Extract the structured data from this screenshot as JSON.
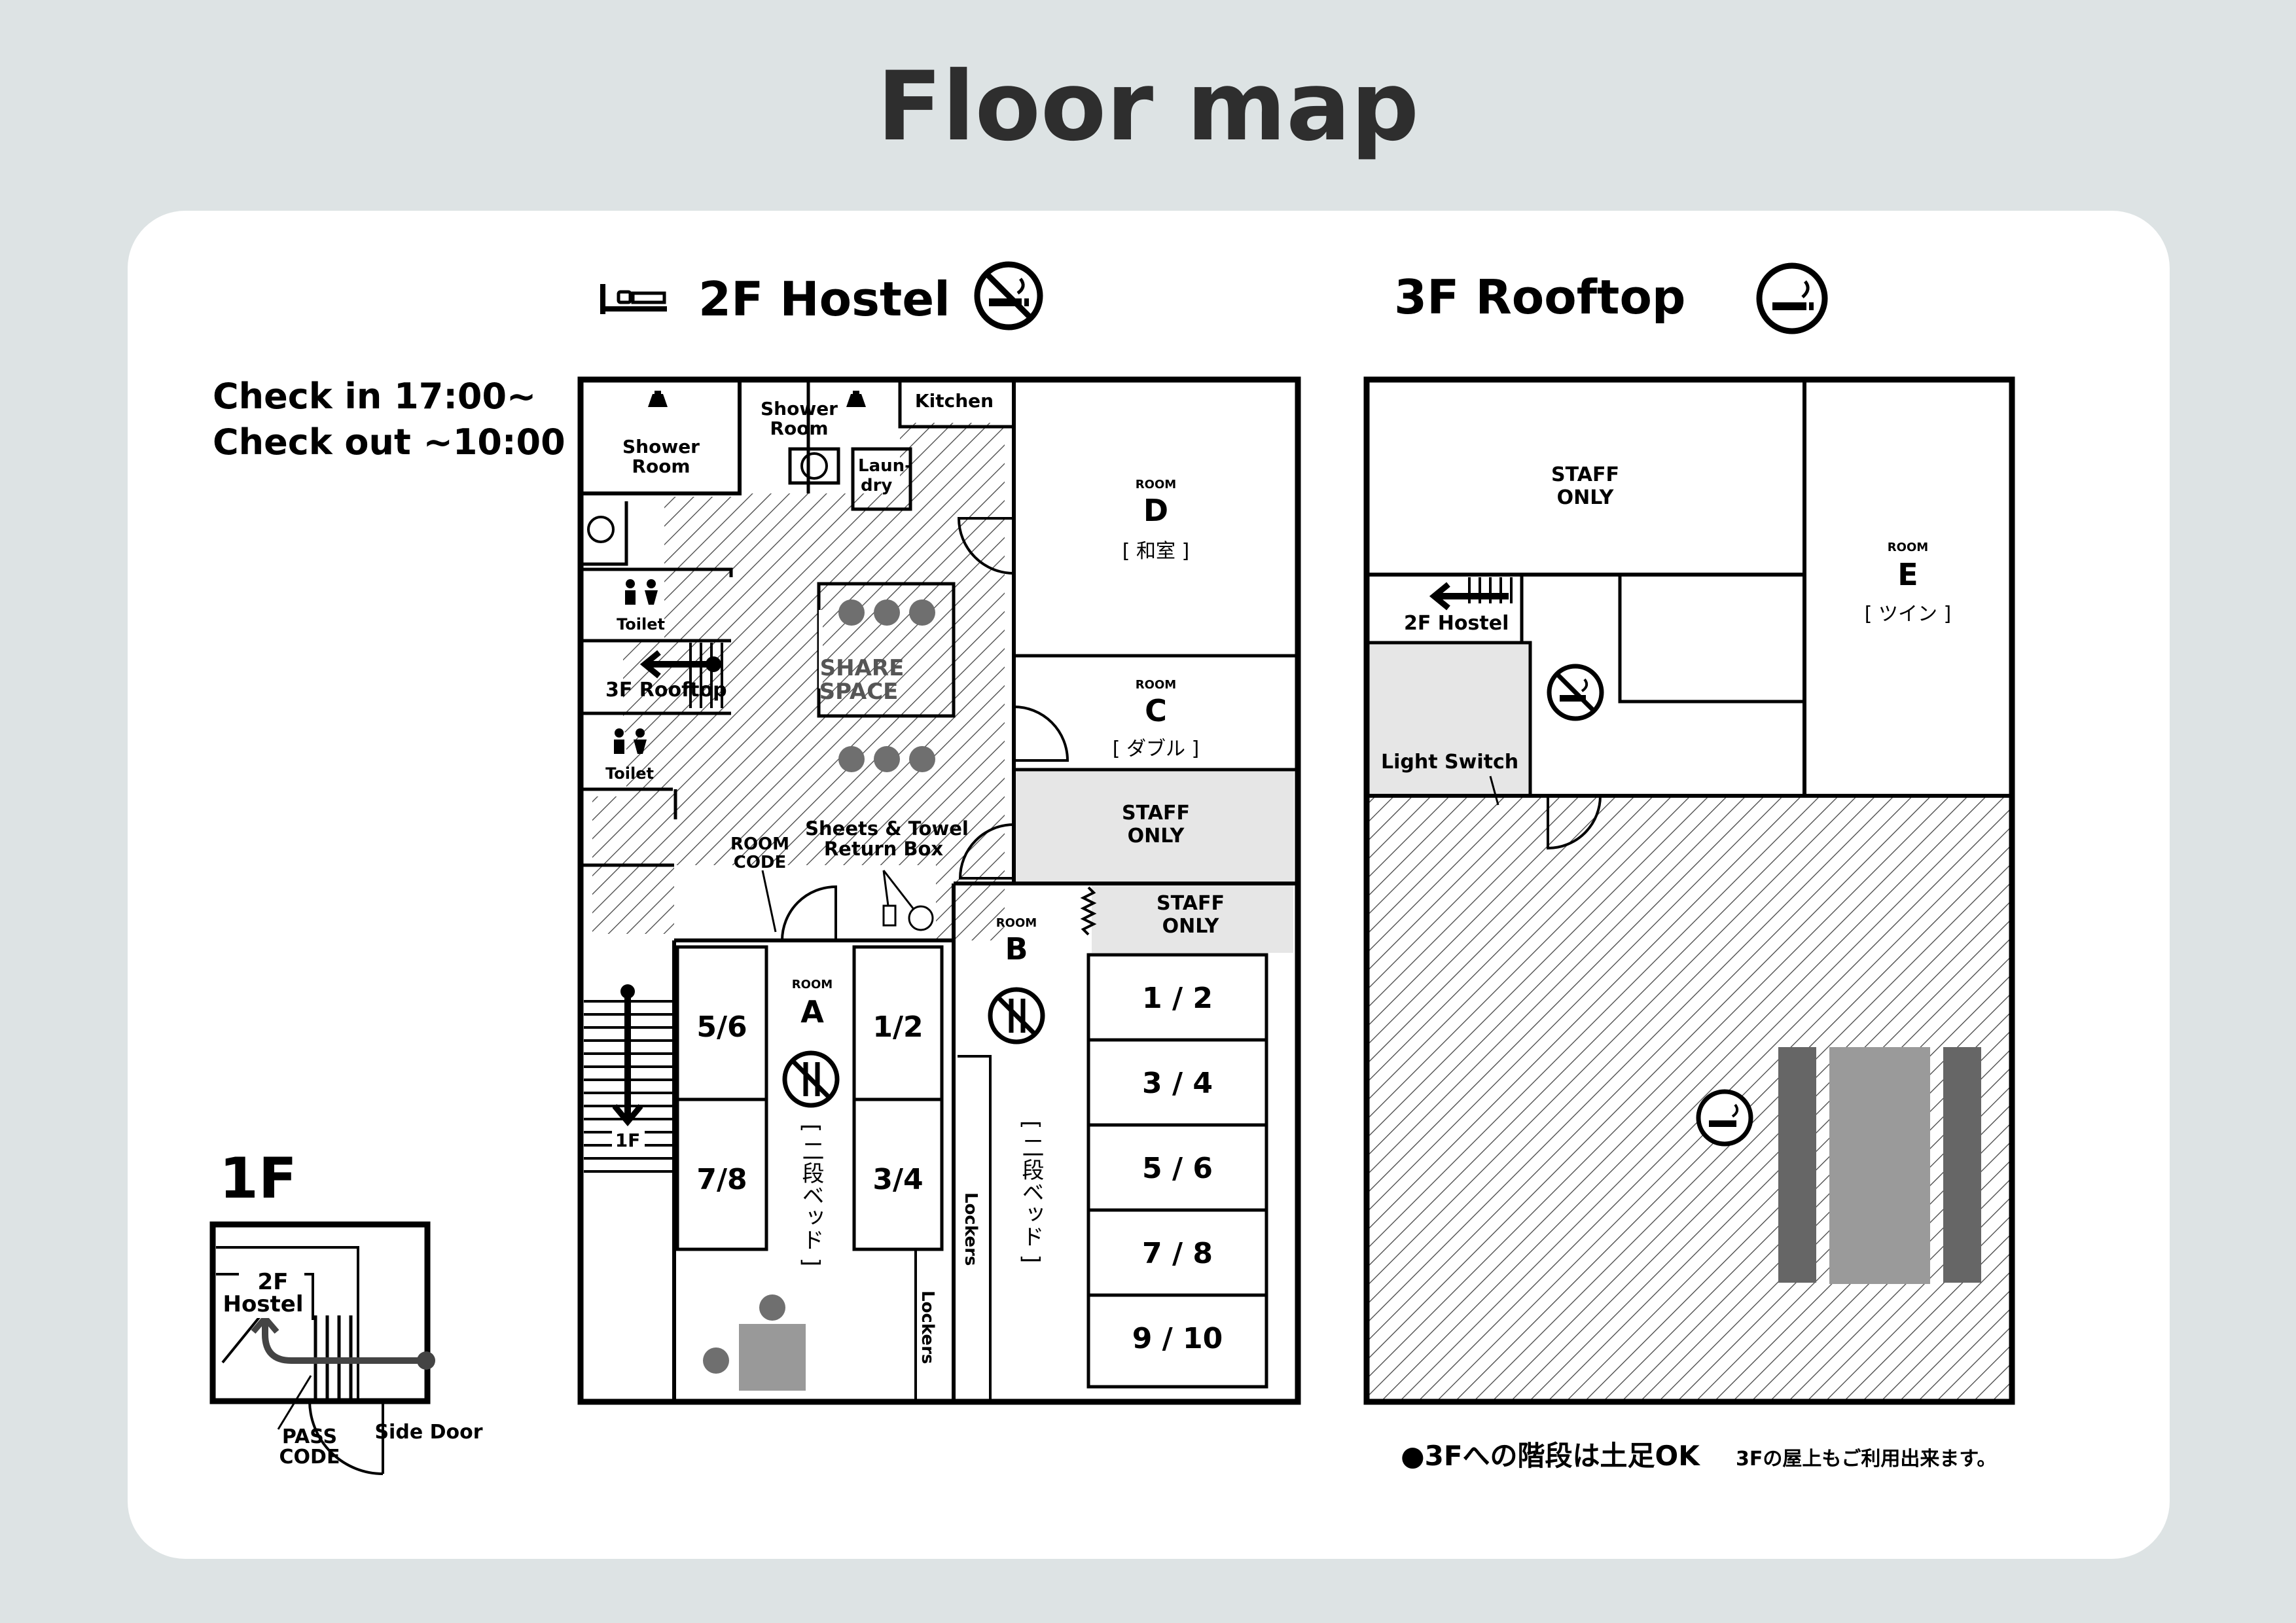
{
  "title": "Floor map",
  "checkin": {
    "in": "Check in    17:00~",
    "out": "Check out ~10:00"
  },
  "floor1": {
    "label": "1F",
    "stair": "2F",
    "stair2": "Hostel",
    "pass_code": "PASS",
    "pass_code2": "CODE",
    "side_door": "Side Door"
  },
  "floor2": {
    "heading": "2F Hostel",
    "shower_room": "Shower",
    "shower_room2": "Room",
    "kitchen": "Kitchen",
    "laundry": "Laun-",
    "laundry2": "dry",
    "toilet": "Toilet",
    "rooftop_stair": "3F  Rooftop",
    "share": "SHARE",
    "share2": "SPACE",
    "sheets": "Sheets & Towel",
    "sheets2": "Return Box",
    "room_code": "ROOM",
    "room_code2": "CODE",
    "down": "1F",
    "room_word": "ROOM",
    "room_d": "D",
    "room_d_type": "[ 和室 ]",
    "room_c": "C",
    "room_c_type": "[ ダブル ]",
    "room_b": "B",
    "room_a": "A",
    "bunk": "[ 二段ベッド ]",
    "staff": "STAFF",
    "staff2": "ONLY",
    "lockers": "Lockers",
    "beds_a": [
      "5/6",
      "7/8",
      "1/2",
      "3/4"
    ],
    "beds_b": [
      "1 / 2",
      "3 / 4",
      "5 / 6",
      "7 / 8",
      "9 / 10"
    ]
  },
  "floor3": {
    "heading": "3F Rooftop",
    "staff": "STAFF",
    "staff2": "ONLY",
    "room_word": "ROOM",
    "room_e": "E",
    "room_e_type": "[ ツイン ]",
    "stair": "2F  Hostel",
    "light_switch": "Light Switch",
    "note": "●3Fへの階段は土足OK",
    "note2": "3Fの屋上もご利用出来ます。"
  },
  "icons": [
    "bed-icon",
    "no-smoking-icon",
    "smoking-icon",
    "shower-icon",
    "toilet-icon",
    "no-food-icon",
    "arrow-icon"
  ],
  "colors": {
    "background": "#dde3e4",
    "card": "#ffffff",
    "ink": "#000000",
    "staff_area": "#e6e6e6",
    "furniture": "#777777",
    "table": "#9a9a9a"
  }
}
